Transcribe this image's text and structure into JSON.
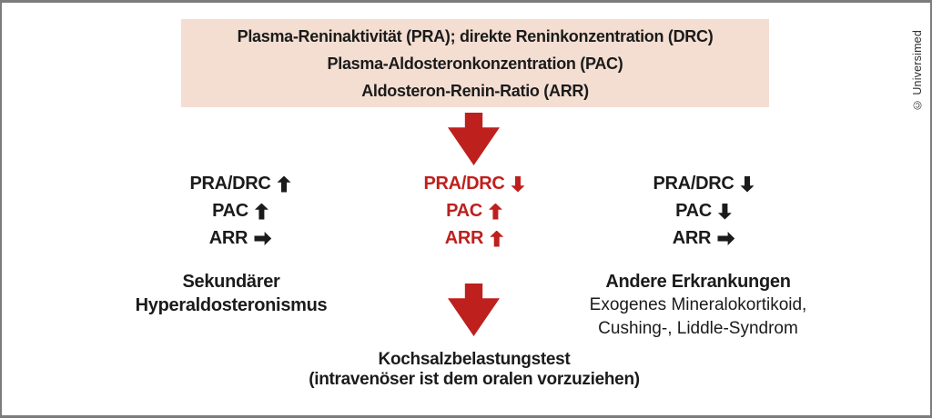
{
  "colors": {
    "accent_red": "#be201d",
    "header_bg": "#f4ded2",
    "frame_gray": "#7c7c7c"
  },
  "copyright": "© Universimed",
  "header_box": {
    "lines": [
      "Plasma-Reninaktivität (PRA); direkte Reninkonzentration (DRC)",
      "Plasma-Aldosteronkonzentration (PAC)",
      "Aldosteron-Renin-Ratio (ARR)"
    ]
  },
  "flow": {
    "left": {
      "rows": [
        {
          "label": "PRA/DRC",
          "arrow": "up"
        },
        {
          "label": "PAC",
          "arrow": "up"
        },
        {
          "label": "ARR",
          "arrow": "right"
        }
      ],
      "diagnosis_lines": [
        "Sekundärer",
        "Hyperaldosteronismus"
      ]
    },
    "middle": {
      "rows": [
        {
          "label": "PRA/DRC",
          "arrow": "down"
        },
        {
          "label": "PAC",
          "arrow": "up"
        },
        {
          "label": "ARR",
          "arrow": "up"
        }
      ],
      "next_step_lines": [
        "Kochsalzbelastungstest",
        "(intravenöser ist dem oralen vorzuziehen)"
      ]
    },
    "right": {
      "rows": [
        {
          "label": "PRA/DRC",
          "arrow": "down"
        },
        {
          "label": "PAC",
          "arrow": "down"
        },
        {
          "label": "ARR",
          "arrow": "right"
        }
      ],
      "diagnosis_title": "Andere Erkrankungen",
      "diagnosis_lines": [
        "Exogenes Mineralokortikoid,",
        "Cushing-, Liddle-Syndrom"
      ]
    }
  }
}
